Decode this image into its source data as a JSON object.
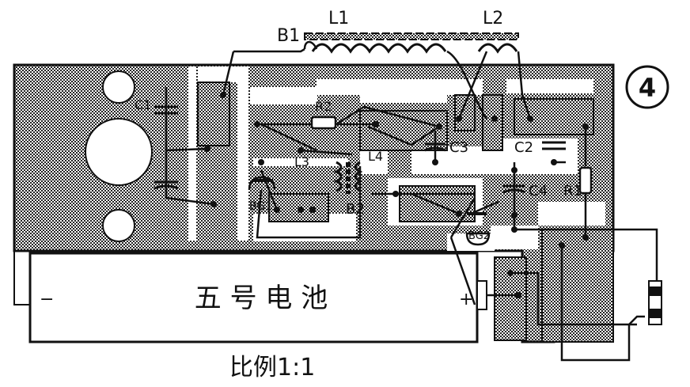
{
  "figure_number": "4",
  "labels": {
    "b1": "B1",
    "l1_top": "L1",
    "l2_top": "L2",
    "r2": "R2",
    "l3": "L3",
    "l4": "L4",
    "c1": "C1",
    "c2": "C2",
    "c3": "C3",
    "c4": "C4",
    "r1": "R1",
    "b2": "B2",
    "bg1": "BG1",
    "bg2": "BG2"
  },
  "battery": {
    "label": "五 号 电 池",
    "minus": "−",
    "plus": "+"
  },
  "scale_caption": "比例1:1",
  "colors": {
    "ink": "#111111",
    "board_fill": "#8a8a8a",
    "paper": "#ffffff"
  }
}
